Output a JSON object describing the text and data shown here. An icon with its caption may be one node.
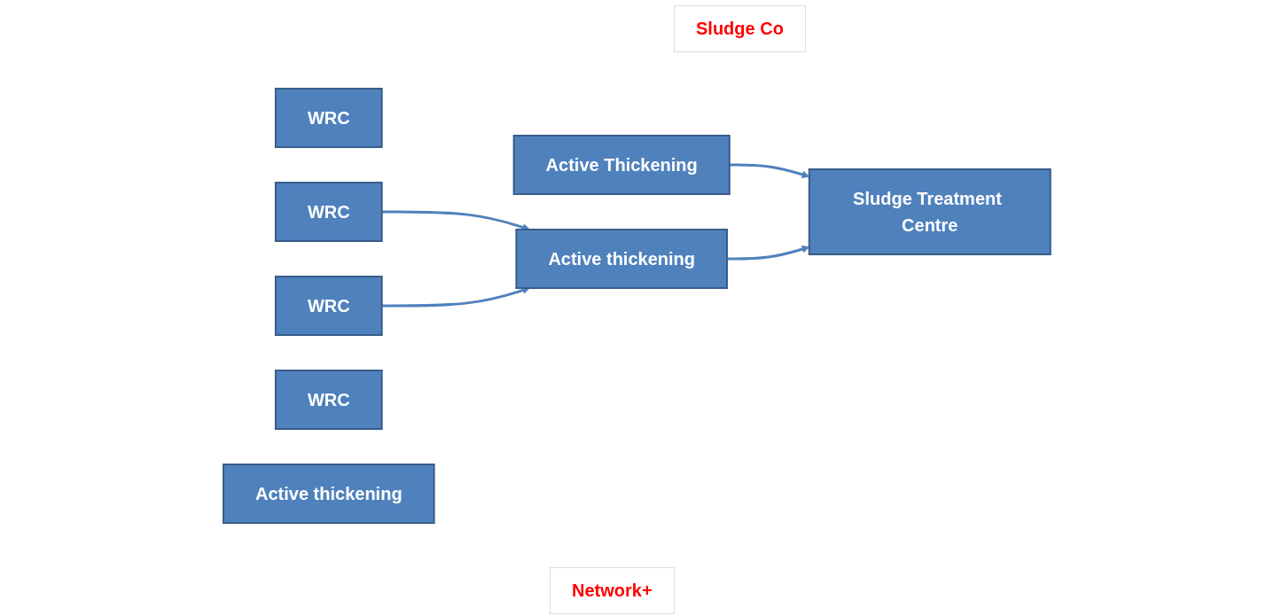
{
  "diagram": {
    "nodes": [
      {
        "text": [
          "WRC"
        ]
      },
      {
        "text": [
          "Active Thickening"
        ]
      },
      {
        "text": [
          "WRC"
        ]
      },
      {
        "text": [
          "WRC"
        ]
      },
      {
        "text": [
          "Active thickening"
        ]
      },
      {
        "text": [
          "Sludge Treatment Centre"
        ]
      },
      {
        "text": [
          "WRC"
        ]
      },
      {
        "text": [
          "Active thickening"
        ]
      }
    ],
    "edges": [
      {
        "from": 1,
        "to": 5,
        "arrow": "to"
      },
      {
        "from": 2,
        "to": 4,
        "arrow": "to"
      },
      {
        "from": 3,
        "to": 4,
        "arrow": "to"
      },
      {
        "from": 4,
        "to": 5,
        "arrow": "to"
      }
    ],
    "labels": [
      "Sludge Co",
      "Network+"
    ]
  }
}
